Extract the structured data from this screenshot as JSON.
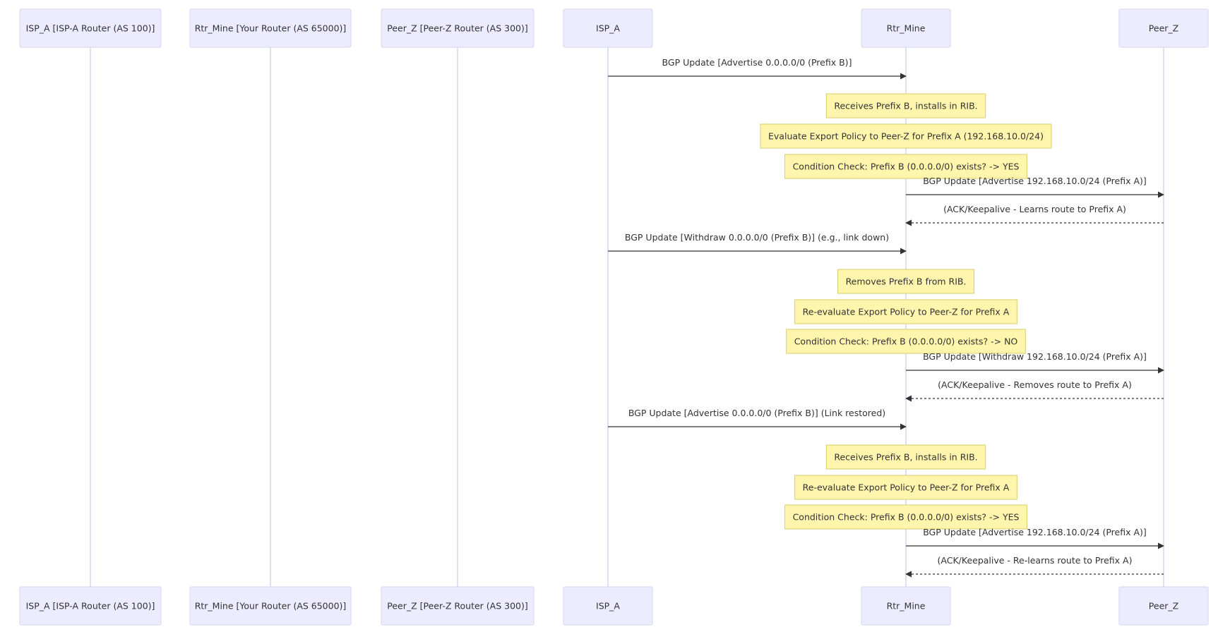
{
  "participants": [
    {
      "id": "p_isp_a_long",
      "label": "ISP_A [ISP-A Router (AS 100)]"
    },
    {
      "id": "p_rtr_mine_long",
      "label": "Rtr_Mine [Your Router (AS 65000)]"
    },
    {
      "id": "p_peer_z_long",
      "label": "Peer_Z [Peer-Z Router (AS 300)]"
    },
    {
      "id": "p_isp_a",
      "label": "ISP_A"
    },
    {
      "id": "p_rtr_mine",
      "label": "Rtr_Mine"
    },
    {
      "id": "p_peer_z",
      "label": "Peer_Z"
    }
  ],
  "events": [
    {
      "kind": "message",
      "from": "p_isp_a",
      "to": "p_rtr_mine",
      "style": "solid",
      "text": "BGP Update [Advertise 0.0.0.0/0 (Prefix B)]"
    },
    {
      "kind": "note",
      "over": "p_rtr_mine",
      "text": "Receives Prefix B, installs in RIB."
    },
    {
      "kind": "note",
      "over": "p_rtr_mine",
      "text": "Evaluate Export Policy to Peer-Z for Prefix A (192.168.10.0/24)"
    },
    {
      "kind": "note",
      "over": "p_rtr_mine",
      "text": "Condition Check: Prefix B (0.0.0.0/0) exists? -> YES"
    },
    {
      "kind": "message",
      "from": "p_rtr_mine",
      "to": "p_peer_z",
      "style": "solid",
      "text": "BGP Update [Advertise 192.168.10.0/24 (Prefix A)]"
    },
    {
      "kind": "message",
      "from": "p_peer_z",
      "to": "p_rtr_mine",
      "style": "dashed",
      "text": "(ACK/Keepalive - Learns route to Prefix A)"
    },
    {
      "kind": "message",
      "from": "p_isp_a",
      "to": "p_rtr_mine",
      "style": "solid",
      "text": "BGP Update [Withdraw 0.0.0.0/0 (Prefix B)] (e.g., link down)"
    },
    {
      "kind": "note",
      "over": "p_rtr_mine",
      "text": "Removes Prefix B from RIB."
    },
    {
      "kind": "note",
      "over": "p_rtr_mine",
      "text": "Re-evaluate Export Policy to Peer-Z for Prefix A"
    },
    {
      "kind": "note",
      "over": "p_rtr_mine",
      "text": "Condition Check: Prefix B (0.0.0.0/0) exists? -> NO"
    },
    {
      "kind": "message",
      "from": "p_rtr_mine",
      "to": "p_peer_z",
      "style": "solid",
      "text": "BGP Update [Withdraw 192.168.10.0/24 (Prefix A)]"
    },
    {
      "kind": "message",
      "from": "p_peer_z",
      "to": "p_rtr_mine",
      "style": "dashed",
      "text": "(ACK/Keepalive - Removes route to Prefix A)"
    },
    {
      "kind": "message",
      "from": "p_isp_a",
      "to": "p_rtr_mine",
      "style": "solid",
      "text": "BGP Update [Advertise 0.0.0.0/0 (Prefix B)] (Link restored)"
    },
    {
      "kind": "note",
      "over": "p_rtr_mine",
      "text": "Receives Prefix B, installs in RIB."
    },
    {
      "kind": "note",
      "over": "p_rtr_mine",
      "text": "Re-evaluate Export Policy to Peer-Z for Prefix A"
    },
    {
      "kind": "note",
      "over": "p_rtr_mine",
      "text": "Condition Check: Prefix B (0.0.0.0/0) exists? -> YES"
    },
    {
      "kind": "message",
      "from": "p_rtr_mine",
      "to": "p_peer_z",
      "style": "solid",
      "text": "BGP Update [Advertise 192.168.10.0/24 (Prefix A)]"
    },
    {
      "kind": "message",
      "from": "p_peer_z",
      "to": "p_rtr_mine",
      "style": "dashed",
      "text": "(ACK/Keepalive - Re-learns route to Prefix A)"
    }
  ]
}
